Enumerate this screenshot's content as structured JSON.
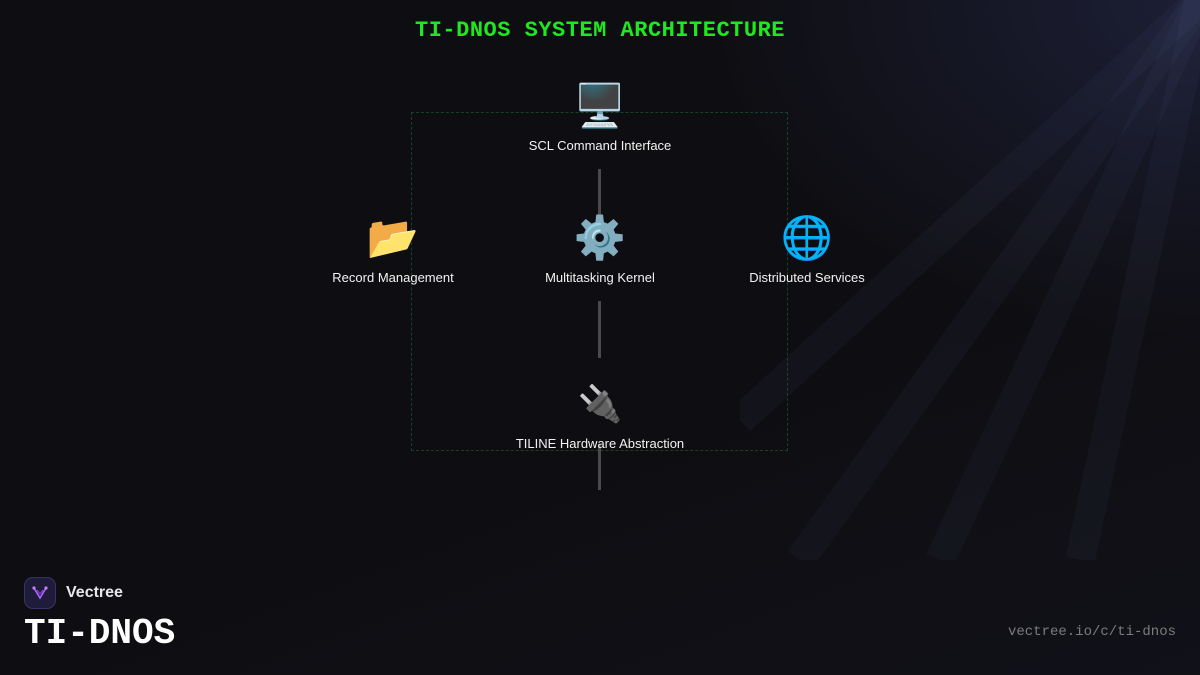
{
  "title": "TI-DNOS SYSTEM ARCHITECTURE",
  "colors": {
    "title": "#1ee81e",
    "connector": "#4a4a4a",
    "frame": "#1e963c",
    "background": "#0e0e12"
  },
  "nodes": {
    "scl": {
      "icon": "🖥️",
      "icon_name": "desktop-computer-icon",
      "label": "SCL Command Interface"
    },
    "record": {
      "icon": "📂",
      "icon_name": "open-folder-icon",
      "label": "Record Management"
    },
    "kernel": {
      "icon": "⚙️",
      "icon_name": "gear-icon",
      "label": "Multitasking Kernel"
    },
    "distributed": {
      "icon": "🌐",
      "icon_name": "globe-icon",
      "label": "Distributed Services"
    },
    "tiline": {
      "icon": "🔌",
      "icon_name": "electric-plug-icon",
      "label": "TILINE Hardware Abstraction"
    }
  },
  "footer": {
    "brand": "Vectree",
    "product": "TI-DNOS",
    "url": "vectree.io/c/ti-dnos"
  }
}
